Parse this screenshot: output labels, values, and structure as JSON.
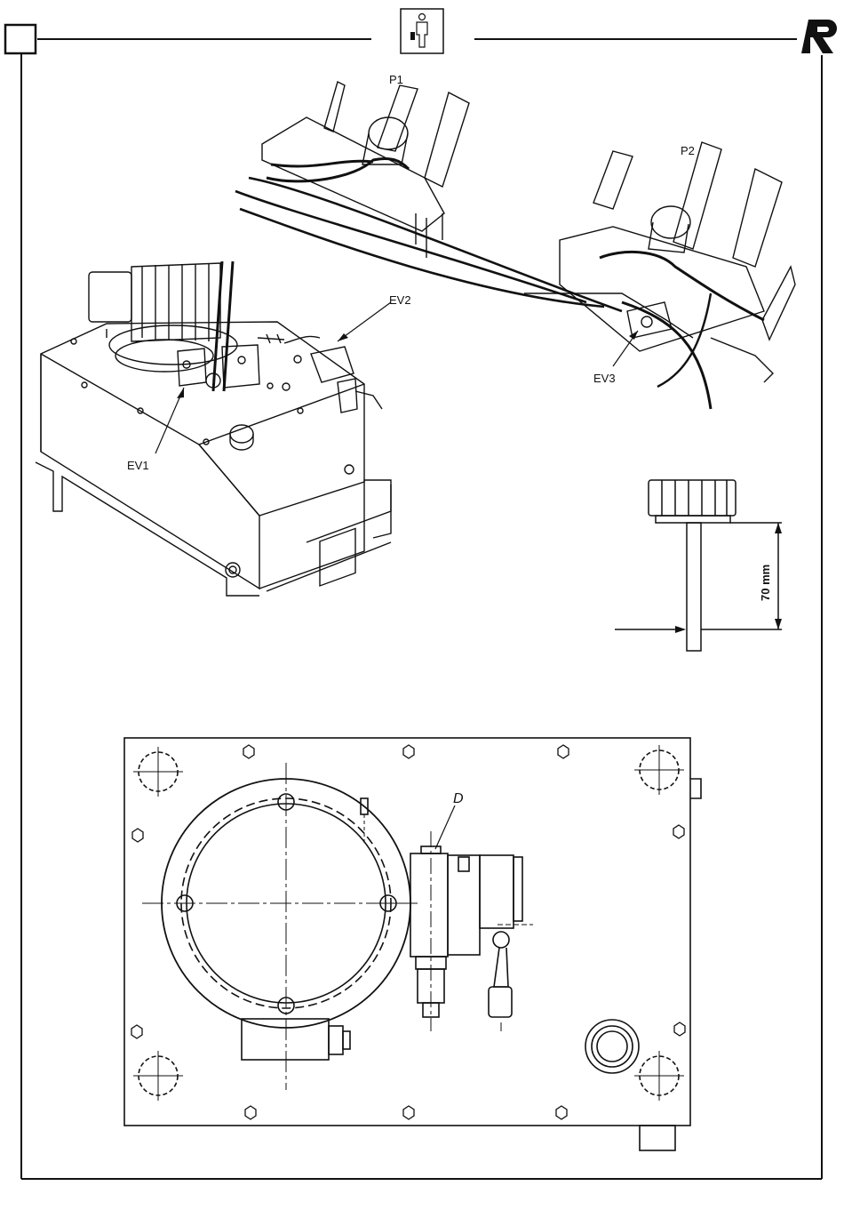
{
  "header": {
    "page_number": ""
  },
  "icons": {
    "person": "person-with-case-icon",
    "brand": "brand-r-logo-icon"
  },
  "figure_top": {
    "labels": {
      "p1": "P1",
      "p2": "P2",
      "ev1": "EV1",
      "ev2": "EV2",
      "ev3": "EV3"
    }
  },
  "dipstick": {
    "dimension": "70 mm"
  },
  "figure_bottom": {
    "label_d": "D"
  }
}
